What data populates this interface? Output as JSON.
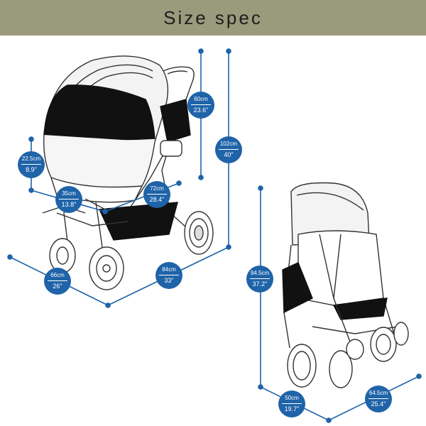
{
  "title": "Size spec",
  "dimensions": [
    {
      "id": "canopy_height",
      "cm": "60cm",
      "inch": "23.6\""
    },
    {
      "id": "total_height",
      "cm": "102cm",
      "inch": "40\""
    },
    {
      "id": "basket_depth",
      "cm": "22.5cm",
      "inch": "8.9\""
    },
    {
      "id": "seat_width",
      "cm": "35cm",
      "inch": "13.8\""
    },
    {
      "id": "seat_length",
      "cm": "72cm",
      "inch": "28.4\""
    },
    {
      "id": "open_width",
      "cm": "66cm",
      "inch": "26\""
    },
    {
      "id": "open_length",
      "cm": "84cm",
      "inch": "33\""
    },
    {
      "id": "folded_height",
      "cm": "94.5cm",
      "inch": "37.2\""
    },
    {
      "id": "folded_width",
      "cm": "50cm",
      "inch": "19.7\""
    },
    {
      "id": "folded_length",
      "cm": "64.5cm",
      "inch": "25.4\""
    }
  ],
  "colors": {
    "header_bg": "#9a9b7c",
    "badge": "#1f63a8",
    "line": "#1f63a8",
    "outline": "#333333"
  }
}
